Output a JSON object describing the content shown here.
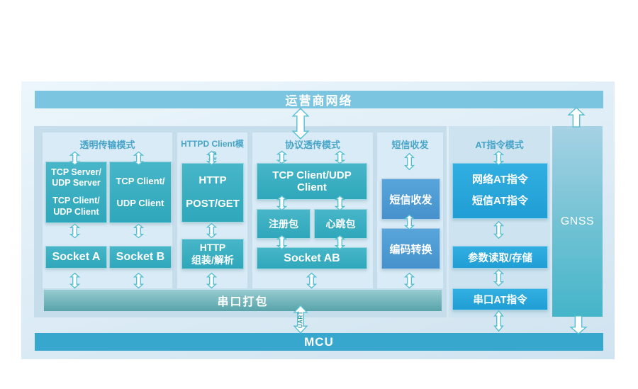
{
  "bars": {
    "operator_network": "运营商网络",
    "serial_pack": "串口打包",
    "mcu": "MCU",
    "gnss": "GNSS",
    "uart": "UART"
  },
  "columns": {
    "transparent": {
      "title": "透明传输模式",
      "server_box": {
        "line1": "TCP Server/",
        "line2": "UDP Server",
        "line3": "TCP Client/",
        "line4": "UDP Client"
      },
      "client_box": {
        "line1": "TCP Client/",
        "line2": "UDP Client"
      },
      "socket_a": "Socket A",
      "socket_b": "Socket B"
    },
    "httpd": {
      "title": "HTTPD Client模式",
      "post_get_box": {
        "line1": "HTTP",
        "line2": "POST/GET"
      },
      "assemble_box": {
        "line1": "HTTP",
        "line2": "组装/解析"
      }
    },
    "protocol": {
      "title": "协议透传模式",
      "tcp_udp_box": "TCP Client/UDP Client",
      "register_box": "注册包",
      "heartbeat_box": "心跳包",
      "socket_ab": "Socket AB"
    },
    "sms": {
      "title": "短信收发",
      "transceive_box": "短信收发",
      "encode_box": "编码转换"
    },
    "at": {
      "title": "AT指令模式",
      "network_sms_box": {
        "line1": "网络AT指令",
        "line2": "短信AT指令"
      },
      "param_box": "参数读取/存储",
      "serial_at_box": "串口AT指令"
    }
  },
  "colors": {
    "banner": "#7cc5e1",
    "mcu_bar": "#38a7cd",
    "teal_box_top": "#47b6c8",
    "teal_box_bottom": "#2fa7bb",
    "blue_box_top": "#58a5da",
    "blue_box_bottom": "#4691cc",
    "at_box_top": "#32afe1",
    "at_box_bottom": "#1f9ed5",
    "label_text": "#48a5c8",
    "arrow_stroke": "#56bfd0",
    "serial_bar_top": "#95cbd0",
    "serial_bar_bottom": "#58a4aa",
    "gnss_top": "#a6d2e4",
    "gnss_bottom": "#45b5c9",
    "outer_bg_top": "#ecf6fc",
    "outer_bg_bottom": "#d0e3f0",
    "main_panel": "#c6ddec",
    "at_panel": "#cde3f0",
    "column_bg": "#d9ebf6"
  }
}
